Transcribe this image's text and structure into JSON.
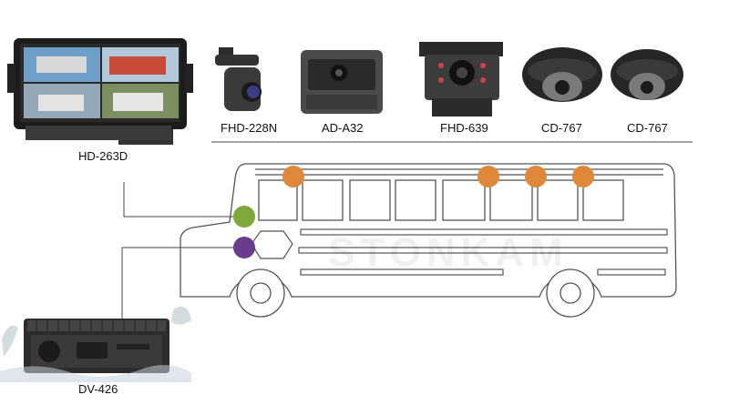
{
  "devices": {
    "monitor": {
      "label": "HD-263D"
    },
    "dvr": {
      "label": "DV-426"
    },
    "cameras": [
      {
        "label": "FHD-228N"
      },
      {
        "label": "AD-A32"
      },
      {
        "label": "FHD-639"
      },
      {
        "label": "CD-767"
      },
      {
        "label": "CD-767"
      }
    ]
  },
  "watermark": "STONKAM",
  "colors": {
    "camera_dot": "#e0883a",
    "monitor_dot": "#7fa83a",
    "dvr_dot": "#6b3c8c",
    "outline": "#555555",
    "connector": "#444444"
  }
}
